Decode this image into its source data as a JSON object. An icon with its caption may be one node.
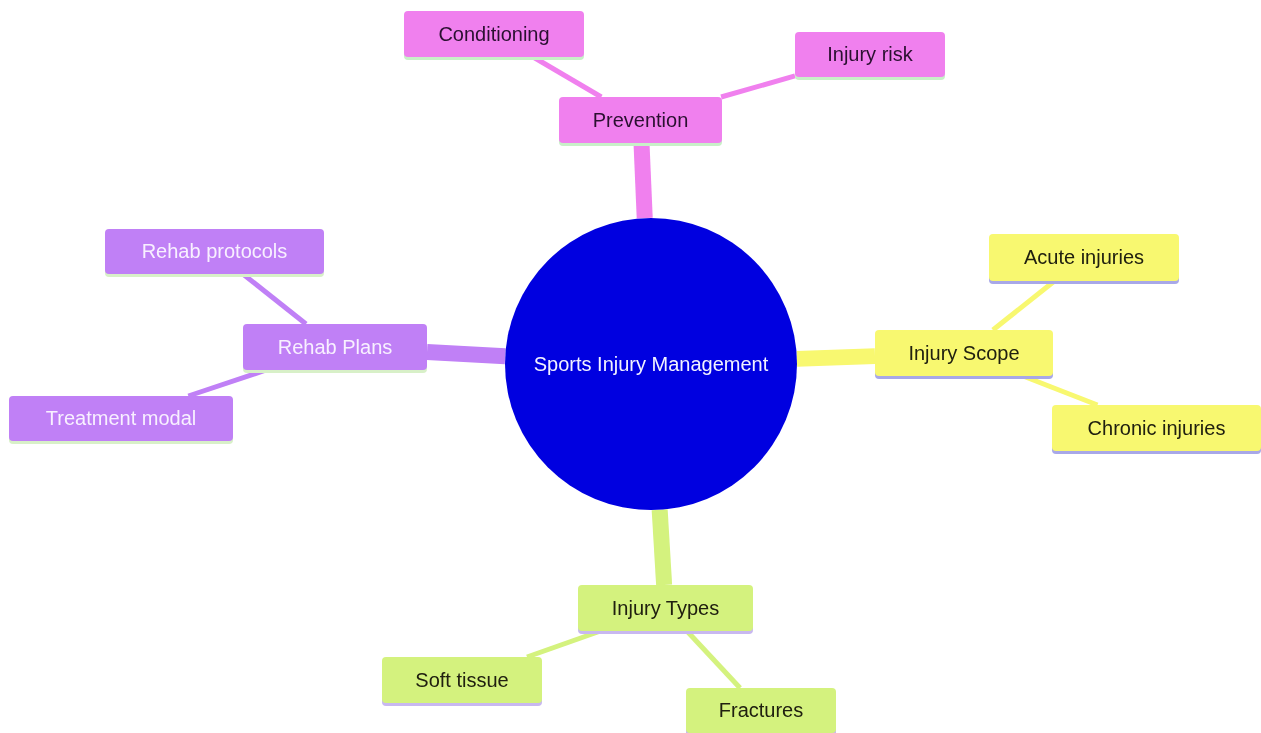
{
  "diagram": {
    "nodes": [
      {
        "text": [
          "Sports Injury Management"
        ]
      },
      {
        "text": [
          "Prevention"
        ]
      },
      {
        "text": [
          "Conditioning"
        ]
      },
      {
        "text": [
          "Injury risk"
        ]
      },
      {
        "text": [
          "Injury Scope"
        ]
      },
      {
        "text": [
          "Acute injuries"
        ]
      },
      {
        "text": [
          "Chronic injuries"
        ]
      },
      {
        "text": [
          "Injury Types"
        ]
      },
      {
        "text": [
          "Soft tissue"
        ]
      },
      {
        "text": [
          "Fractures"
        ]
      },
      {
        "text": [
          "Rehab Plans"
        ]
      },
      {
        "text": [
          "Rehab protocols"
        ]
      },
      {
        "text": [
          "Treatment modal"
        ]
      }
    ],
    "edges": [
      {
        "from": 0,
        "to": 1,
        "arrow": "none",
        "style": "thick",
        "color": "#f080ee"
      },
      {
        "from": 1,
        "to": 2,
        "arrow": "none",
        "color": "#f080ee"
      },
      {
        "from": 1,
        "to": 3,
        "arrow": "none",
        "color": "#f080ee"
      },
      {
        "from": 0,
        "to": 4,
        "arrow": "none",
        "style": "thick",
        "color": "#f8f870"
      },
      {
        "from": 4,
        "to": 5,
        "arrow": "none",
        "color": "#f8f870"
      },
      {
        "from": 4,
        "to": 6,
        "arrow": "none",
        "color": "#f8f870"
      },
      {
        "from": 0,
        "to": 7,
        "arrow": "none",
        "style": "thick",
        "color": "#d4f27e"
      },
      {
        "from": 7,
        "to": 8,
        "arrow": "none",
        "color": "#d4f27e"
      },
      {
        "from": 7,
        "to": 9,
        "arrow": "none",
        "color": "#d4f27e"
      },
      {
        "from": 0,
        "to": 10,
        "arrow": "none",
        "style": "thick",
        "color": "#c080f6"
      },
      {
        "from": 10,
        "to": 11,
        "arrow": "none",
        "color": "#c080f6"
      },
      {
        "from": 10,
        "to": 12,
        "arrow": "none",
        "color": "#c080f6"
      }
    ]
  }
}
